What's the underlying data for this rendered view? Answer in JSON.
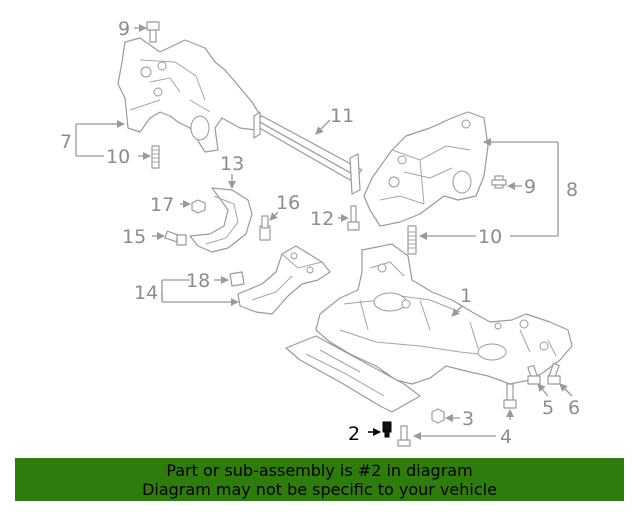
{
  "callouts": {
    "c1": "1",
    "c2": "2",
    "c3": "3",
    "c4": "4",
    "c5": "5",
    "c6": "6",
    "c7": "7",
    "c8": "8",
    "c9a": "9",
    "c9b": "9",
    "c10a": "10",
    "c10b": "10",
    "c11": "11",
    "c12": "12",
    "c13": "13",
    "c14": "14",
    "c15": "15",
    "c16": "16",
    "c17": "17",
    "c18": "18"
  },
  "highlight_color": "#000000",
  "banner": {
    "background": "#2e7d0c",
    "line1": "Part or sub-assembly is #2 in diagram",
    "line2": "Diagram may not be specific to your vehicle"
  }
}
